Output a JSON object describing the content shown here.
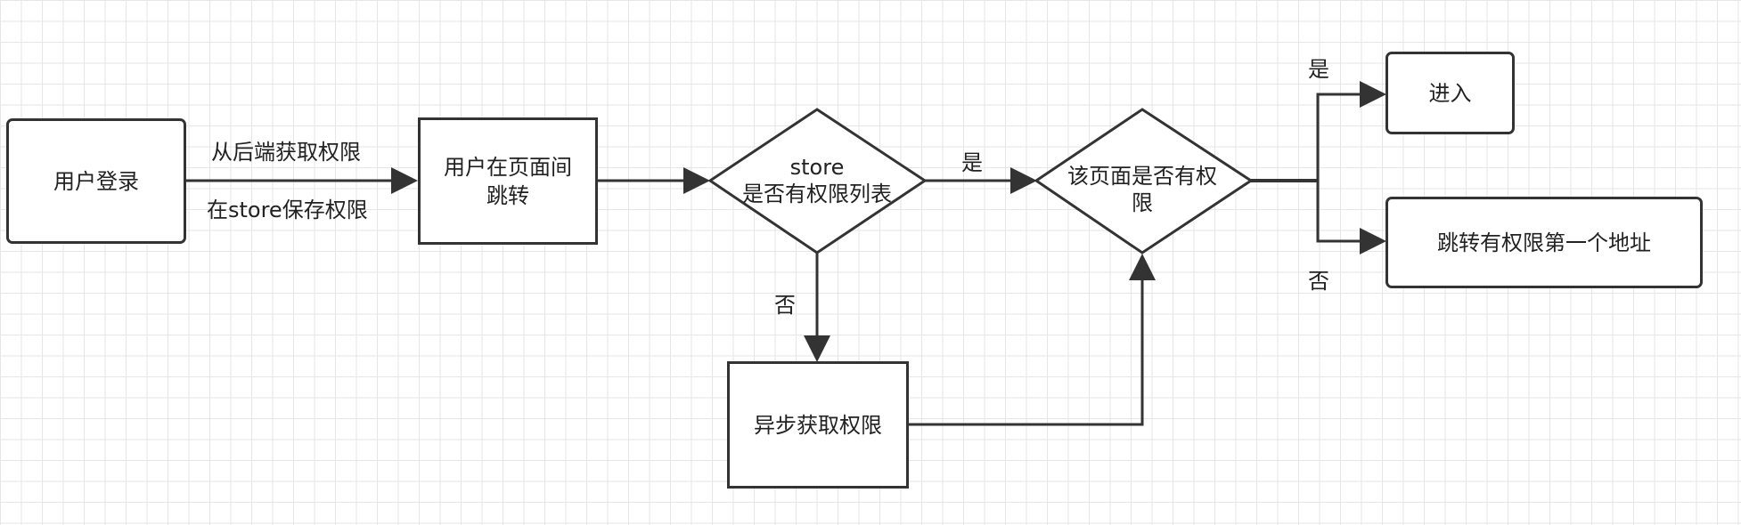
{
  "diagram": {
    "nodes": {
      "login": "用户登录",
      "navigate_line1": "用户在页面间",
      "navigate_line2": "跳转",
      "store_check_line1": "store",
      "store_check_line2": "是否有权限列表",
      "page_check_line1": "该页面是否有权",
      "page_check_line2": "限",
      "fetch_async": "异步获取权限",
      "enter": "进入",
      "redirect": "跳转有权限第一个地址"
    },
    "edge_labels": {
      "fetch_from_backend": "从后端获取权限",
      "save_in_store": "在store保存权限",
      "store_yes": "是",
      "store_no": "否",
      "page_yes": "是",
      "page_no": "否"
    },
    "colors": {
      "stroke": "#333333",
      "grid": "#e6e6e6",
      "background": "#ffffff"
    }
  }
}
